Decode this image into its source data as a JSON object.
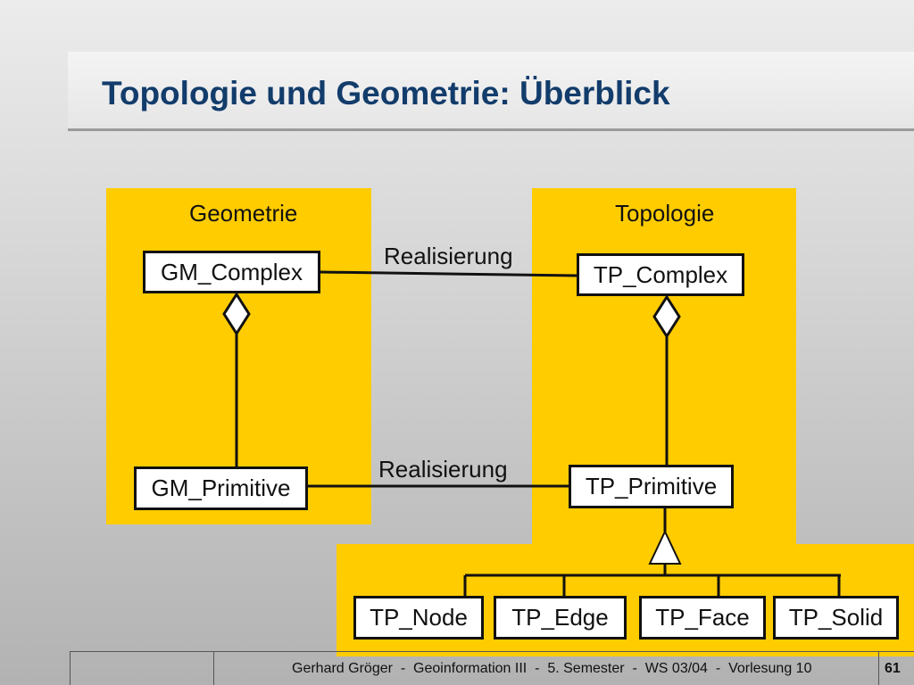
{
  "slide": {
    "title": "Topologie und Geometrie: Überblick"
  },
  "diagram": {
    "geometry_panel_label": "Geometrie",
    "topology_panel_label": "Topologie",
    "relations": [
      "Realisierung",
      "Realisierung"
    ],
    "classes": {
      "gm_complex": "GM_Complex",
      "gm_primitive": "GM_Primitive",
      "tp_complex": "TP_Complex",
      "tp_primitive": "TP_Primitive",
      "tp_node": "TP_Node",
      "tp_edge": "TP_Edge",
      "tp_face": "TP_Face",
      "tp_solid": "TP_Solid"
    },
    "panel_color": "#ffcc00",
    "title_color": "#123c6b"
  },
  "footer": {
    "text": "Gerhard Gröger  -  Geoinformation III  -  5. Semester  -  WS 03/04  -  Vorlesung 10",
    "page": "61"
  }
}
